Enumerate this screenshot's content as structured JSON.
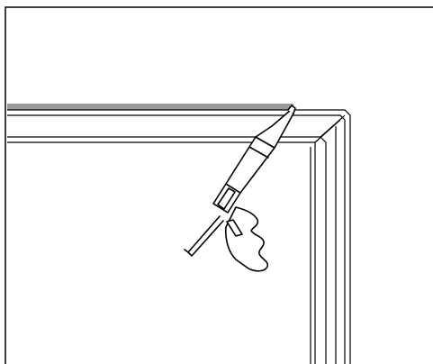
{
  "diagram": {
    "elements": [
      "wall",
      "window-frame",
      "caulk-bead",
      "caulking-gun"
    ],
    "colors": {
      "background": "#ffffff",
      "line": "#000000",
      "caulk_bead": "#9a9a9a"
    }
  }
}
